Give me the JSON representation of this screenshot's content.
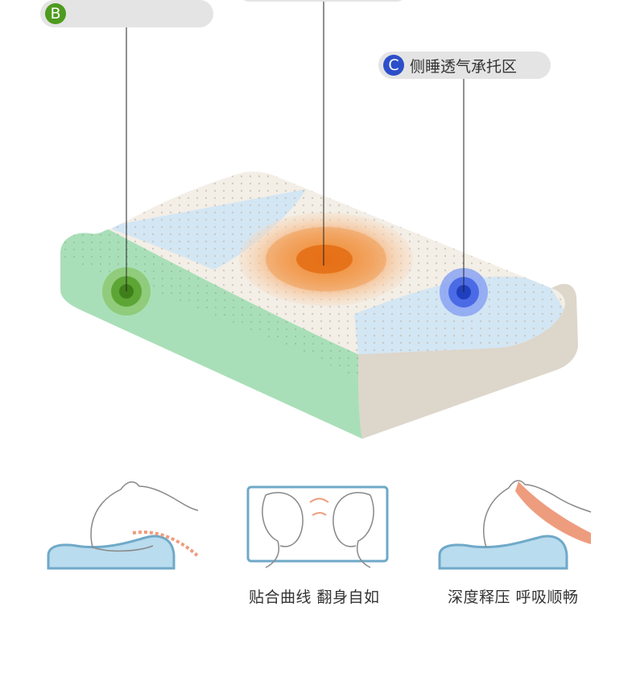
{
  "callouts": {
    "b": {
      "letter": "B",
      "label": "",
      "color": "#4e9a1e"
    },
    "c": {
      "letter": "C",
      "label": "侧睡透气承托区",
      "color": "#2c4fc9"
    }
  },
  "captions": {
    "fit_and_turn": "贴合曲线 翻身自如",
    "relieve_and_breathe": "深度释压 呼吸顺畅"
  },
  "colors": {
    "zone_b": "#6fbf48",
    "zone_a": "#f08a2c",
    "zone_c": "#3a5fe0",
    "pillow_green": "#a9dfb8",
    "pillow_beige": "#ddd6cb",
    "pillow_blue": "#d3e6f4",
    "illustration_blue": "#b9dcee",
    "illustration_outline": "#6fa9c8",
    "accent_salmon": "#ee9c7e"
  }
}
